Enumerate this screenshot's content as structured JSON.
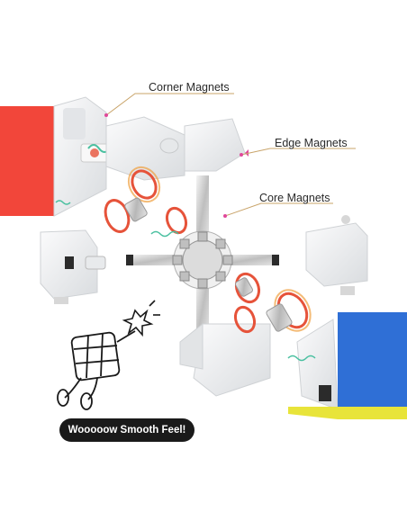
{
  "labels": {
    "corner": "Corner Magnets",
    "edge": "Edge Magnets",
    "core": "Core Magnets"
  },
  "badge": "Wooooow Smooth Feel!",
  "colors": {
    "red_face": "#f2463a",
    "blue_face": "#2f6fd6",
    "yellow_face": "#e8e43a",
    "plastic": "#eef0f2",
    "magnet_ring": "#e6533a",
    "magnet_glow": "#f0a040",
    "spring": "#4ac0a0",
    "leader_line": "#c9a46a",
    "badge_bg": "#1a1a1a"
  },
  "icons": [
    "cube-mascot-icon",
    "spark-icon"
  ]
}
